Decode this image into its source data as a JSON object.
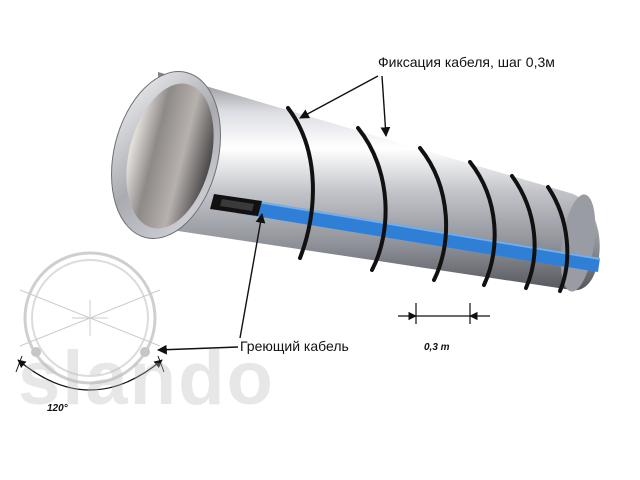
{
  "labels": {
    "cable_fixation": "Фиксация кабеля, шаг 0,3м",
    "heating_cable": "Греющий кабель",
    "step_dimension": "0,3 m",
    "contact_angle": "120°"
  },
  "watermark": "slando",
  "colors": {
    "cable_blue": "#2f7fd6",
    "band_black": "#111111",
    "pipe_steel": "#c9ccd2"
  }
}
